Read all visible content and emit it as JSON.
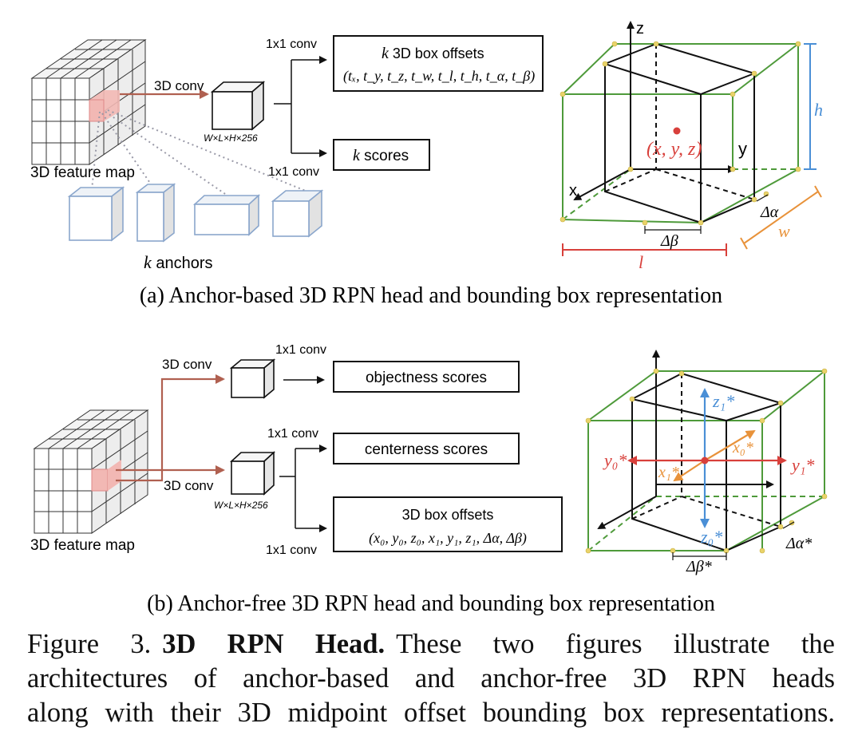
{
  "panel_a": {
    "feature_map_label": "3D feature map",
    "conv3d_label": "3D conv",
    "dims_label": "W×L×H×256",
    "conv1x1_top": "1x1 conv",
    "conv1x1_bottom": "1x1 conv",
    "offsets_title_k": "k",
    "offsets_title_rest": " 3D box offsets",
    "offsets_formula": "(tₓ, t_y, t_z, t_w, t_l, t_h, t_α, t_β)",
    "scores_k": "k",
    "scores_rest": " scores",
    "anchors_k": "k",
    "anchors_rest": " anchors",
    "axis_z": "z",
    "axis_y": "y",
    "axis_x": "x",
    "center_label": "(x, y, z)",
    "dim_h": "h",
    "dim_w": "w",
    "dim_l": "l",
    "delta_alpha": "Δα",
    "delta_beta": "Δβ",
    "subcaption": "(a) Anchor-based 3D RPN head and bounding box representation"
  },
  "panel_b": {
    "conv3d_top": "3D conv",
    "conv3d_bottom": "3D conv",
    "conv1x1_a": "1x1 conv",
    "conv1x1_b": "1x1 conv",
    "conv1x1_c": "1x1 conv",
    "dims_label": "W×L×H×256",
    "feature_map_label": "3D feature map",
    "objectness": "objectness scores",
    "centerness": "centerness scores",
    "offsets_title": "3D box offsets",
    "offsets_formula": "(x₀, y₀, z₀, x₁, y₁, z₁, Δα, Δβ)",
    "z1": "z₁*",
    "z0": "z₀*",
    "y0": "y₀*",
    "y1": "y₁*",
    "x0": "x₀*",
    "x1": "x₁*",
    "delta_alpha": "Δα*",
    "delta_beta": "Δβ*",
    "subcaption": "(b) Anchor-free 3D RPN head and bounding box representation"
  },
  "caption": {
    "prefix": "Figure 3.",
    "bold": "3D RPN Head.",
    "line1_rest": "These two figures illustrate the",
    "line2": "architectures of anchor-based and anchor-free 3D RPN heads",
    "line3": "along with their 3D midpoint offset bounding box representations."
  },
  "colors": {
    "green": "#4e9a3a",
    "red": "#d8403b",
    "blue": "#4a8fd6",
    "orange": "#e8923a",
    "arrow_brown": "#b06050",
    "anchor_blue": "#8aa6cc",
    "grid_fill": "#ececec",
    "highlight": "#f2b8b4",
    "vertex": "#e9d36a"
  }
}
